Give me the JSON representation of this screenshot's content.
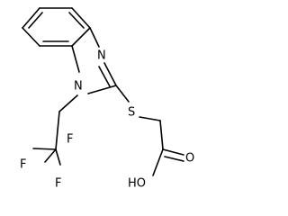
{
  "molecule": {
    "atoms": {
      "n_ring_nh": "N",
      "n_ring_n1": "N",
      "sulfur": "S",
      "fluorine_top": "F",
      "fluorine_left": "F",
      "fluorine_bottom": "F",
      "carbonyl_oxygen": "O",
      "hydroxyl": "HO"
    }
  }
}
